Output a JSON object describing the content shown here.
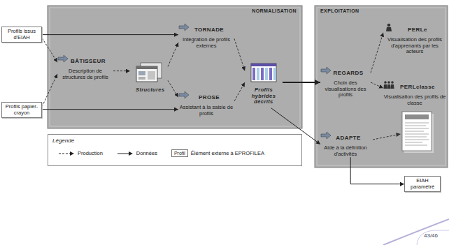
{
  "diagram": {
    "nodes": [
      {
        "text": [
          "NORMALISATION"
        ]
      },
      {
        "text": [
          "EXPLOITATION"
        ]
      },
      {
        "text": [
          "Profils issus d'EIAH"
        ]
      },
      {
        "text": [
          "Profils papier-crayon"
        ]
      },
      {
        "text": [
          "BÂTISSEUR",
          "Description de structures de profils"
        ],
        "in": 0
      },
      {
        "text": [
          "Structures"
        ],
        "in": 0
      },
      {
        "text": [
          "TORNADE",
          "Intégration de profils externes"
        ],
        "in": 0
      },
      {
        "text": [
          "PROSE",
          "Assistant à la saisie de profils"
        ],
        "in": 0
      },
      {
        "text": [
          "Profils hybrides décrits"
        ],
        "in": 0
      },
      {
        "text": [
          "REGARDS",
          "Choix des visualisations des profils"
        ],
        "in": 1
      },
      {
        "text": [
          "PERLe",
          "Visualisation des profils d'apprenants par les acteurs"
        ],
        "in": 1
      },
      {
        "text": [
          "PERLclasse",
          "Visualisation des profils de classe"
        ],
        "in": 1
      },
      {
        "text": [
          "ADAPTE",
          "Aide à la définition d'activités"
        ],
        "in": 1
      },
      {
        "text": [
          "EIAH paramétré"
        ]
      }
    ],
    "edges": [
      {
        "from": 2,
        "to": 4,
        "arrow": "to"
      },
      {
        "from": 3,
        "to": 4,
        "arrow": "to"
      },
      {
        "from": 2,
        "to": 6,
        "arrow": "to"
      },
      {
        "from": 3,
        "to": 7,
        "arrow": "to"
      },
      {
        "from": 4,
        "to": 5,
        "arrow": "to"
      },
      {
        "from": 5,
        "to": 6,
        "arrow": "to"
      },
      {
        "from": 5,
        "to": 7,
        "arrow": "to"
      },
      {
        "from": 6,
        "to": 8,
        "arrow": "to"
      },
      {
        "from": 7,
        "to": 8,
        "arrow": "to"
      },
      {
        "from": 8,
        "to": 9,
        "arrow": "to"
      },
      {
        "from": 8,
        "to": 12,
        "arrow": "to"
      },
      {
        "from": 9,
        "to": 10,
        "arrow": "to"
      },
      {
        "from": 9,
        "to": 11,
        "arrow": "to"
      },
      {
        "from": 12,
        "to": 13,
        "arrow": "to"
      }
    ],
    "labels": [
      "Légende",
      "Profil",
      "43/46"
    ],
    "legend": [
      {
        "text": "Production"
      },
      {
        "text": "Données"
      },
      {
        "text": "Élément externe à EPROFILEA"
      }
    ]
  }
}
